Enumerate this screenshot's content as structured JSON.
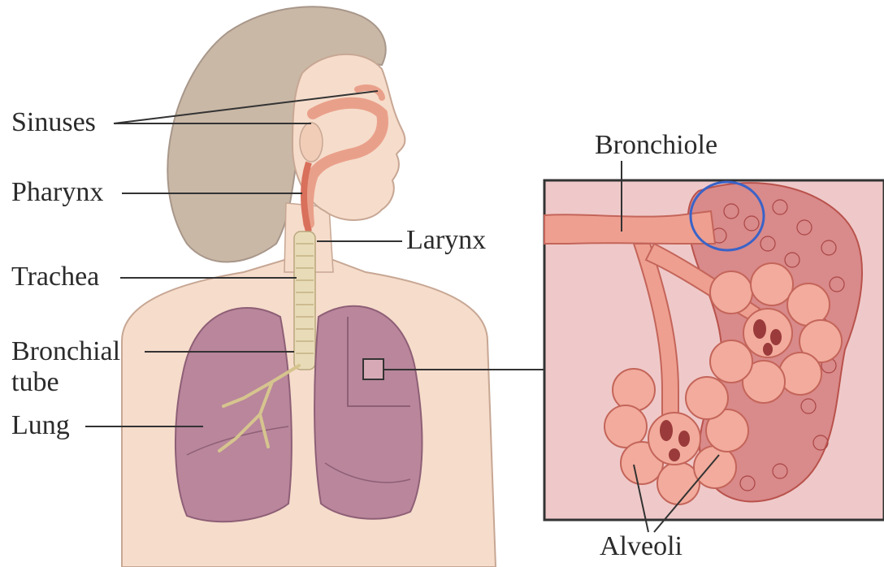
{
  "labels": {
    "sinuses": "Sinuses",
    "pharynx": "Pharynx",
    "larynx": "Larynx",
    "trachea": "Trachea",
    "bronchial_tube_line1": "Bronchial",
    "bronchial_tube_line2": "tube",
    "lung": "Lung",
    "bronchiole": "Bronchiole",
    "alveoli": "Alveoli"
  },
  "colors": {
    "skin": "#f6dccb",
    "hair": "#c9b8a6",
    "lung": "#b9869c",
    "lung_dark": "#9c6a83",
    "airway": "#e9a08a",
    "trachea": "#e8dcb8",
    "inset_bg": "#efc9c9",
    "alveoli": "#ee9f90",
    "capillary": "#c9564f",
    "highlight_circle": "#3a63c8",
    "leader_line": "#333333"
  }
}
